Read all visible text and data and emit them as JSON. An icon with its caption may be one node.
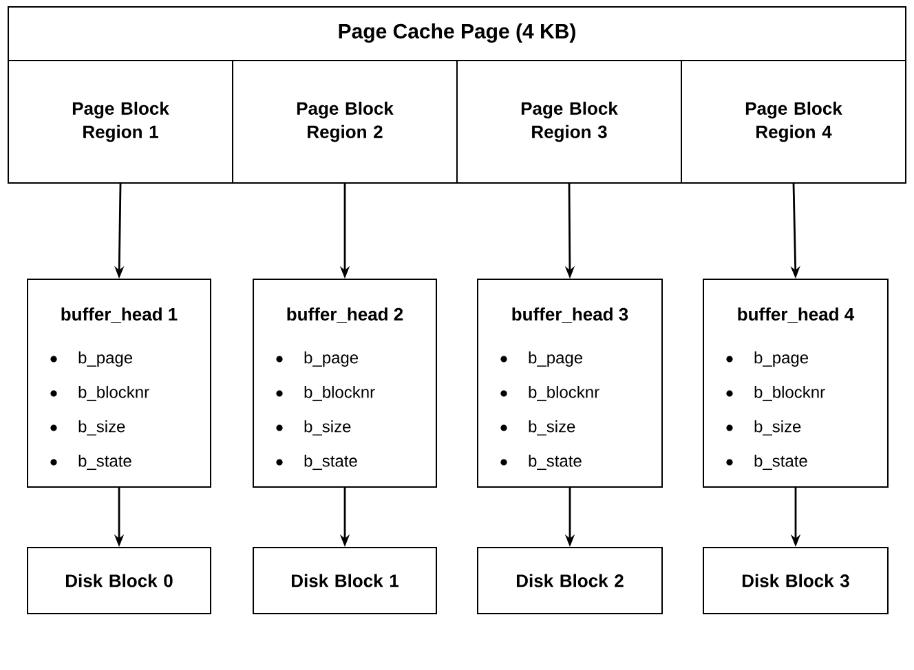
{
  "diagram": {
    "nodes": [
      {
        "text": [
          "Page Cache Page (4 KB)"
        ]
      },
      {
        "text": [
          "Page Block Region 1"
        ],
        "in": 0
      },
      {
        "text": [
          "Page Block Region 2"
        ],
        "in": 0
      },
      {
        "text": [
          "Page Block Region 3"
        ],
        "in": 0
      },
      {
        "text": [
          "Page Block Region 4"
        ],
        "in": 0
      },
      {
        "text": [
          "buffer_head 1",
          "b_page",
          "b_blocknr",
          "b_size",
          "b_state"
        ]
      },
      {
        "text": [
          "buffer_head 2",
          "b_page",
          "b_blocknr",
          "b_size",
          "b_state"
        ]
      },
      {
        "text": [
          "buffer_head 3",
          "b_page",
          "b_blocknr",
          "b_size",
          "b_state"
        ]
      },
      {
        "text": [
          "buffer_head 4",
          "b_page",
          "b_blocknr",
          "b_size",
          "b_state"
        ]
      },
      {
        "text": [
          "Disk Block 0"
        ]
      },
      {
        "text": [
          "Disk Block 1"
        ]
      },
      {
        "text": [
          "Disk Block 2"
        ]
      },
      {
        "text": [
          "Disk Block 3"
        ]
      }
    ],
    "edges": [
      {
        "from": 1,
        "to": 5,
        "arrow": "to"
      },
      {
        "from": 2,
        "to": 6,
        "arrow": "to"
      },
      {
        "from": 3,
        "to": 7,
        "arrow": "to"
      },
      {
        "from": 4,
        "to": 8,
        "arrow": "to"
      },
      {
        "from": 5,
        "to": 9,
        "arrow": "to"
      },
      {
        "from": 6,
        "to": 10,
        "arrow": "to"
      },
      {
        "from": 7,
        "to": 11,
        "arrow": "to"
      },
      {
        "from": 8,
        "to": 12,
        "arrow": "to"
      }
    ]
  }
}
